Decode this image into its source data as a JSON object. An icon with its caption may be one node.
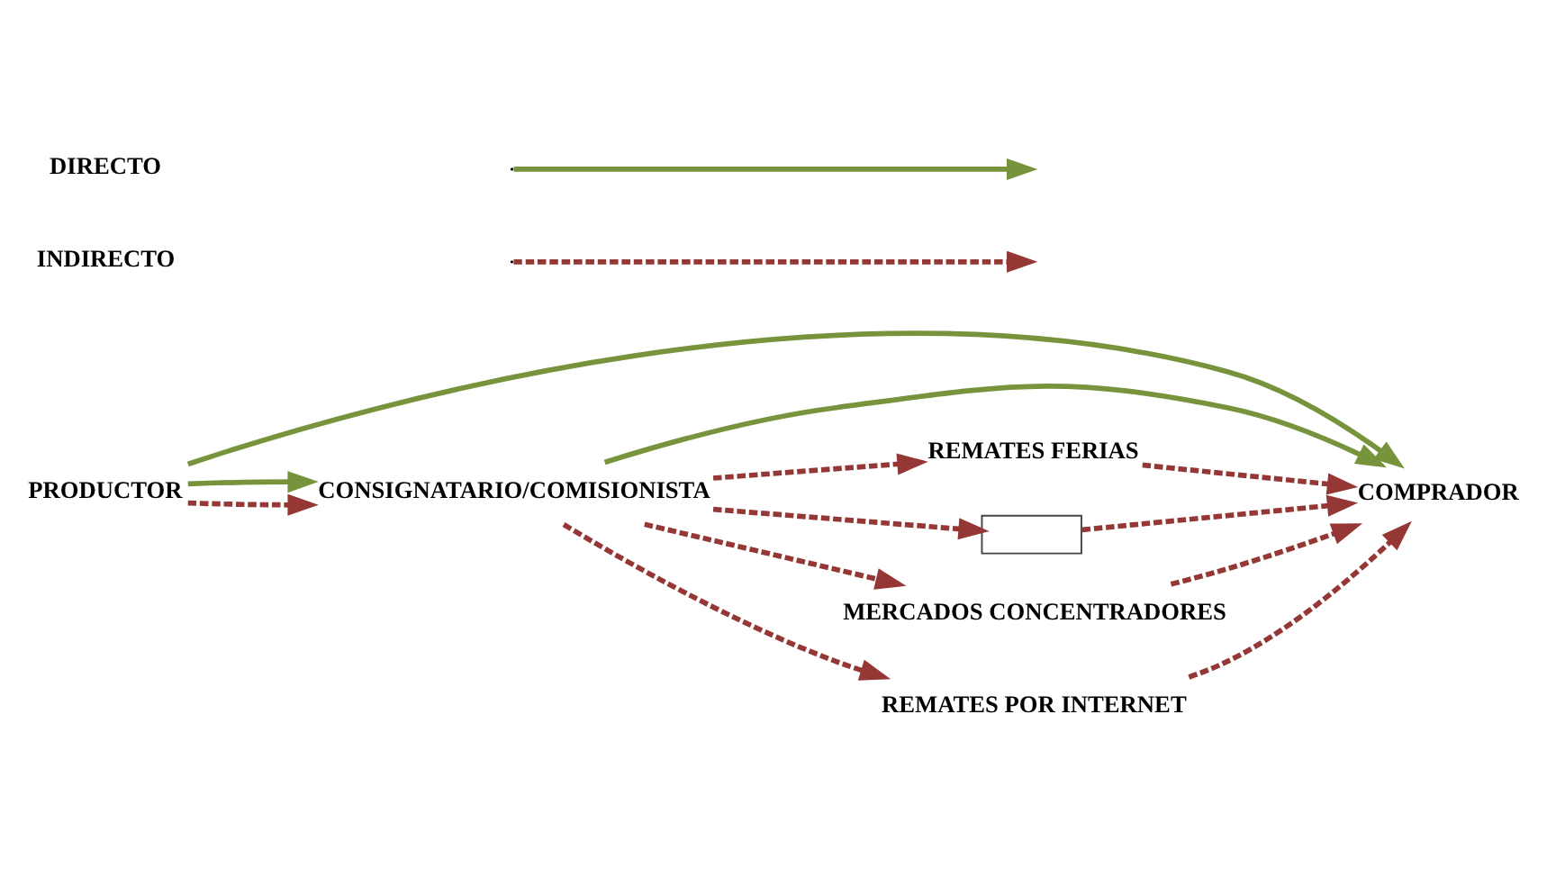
{
  "diagram": {
    "nodes": [
      {
        "text": [
          "PRODUCTOR"
        ]
      },
      {
        "text": [
          "COMPRADOR"
        ]
      },
      {
        "text": [
          "CONSIGNATARIO/COMISIONISTA"
        ]
      },
      {
        "text": [
          "REMATES FERIAS"
        ]
      },
      {
        "text": [],
        "shape": "box"
      },
      {
        "text": [
          "MERCADOS CONCENTRADORES"
        ]
      },
      {
        "text": [
          "REMATES POR INTERNET"
        ]
      }
    ],
    "edges": [
      {
        "from": 0,
        "to": 1,
        "arrow": "to",
        "color": "#77933c"
      },
      {
        "from": 0,
        "to": 2,
        "arrow": "to",
        "style": "dashed"
      },
      {
        "from": 0,
        "to": 2,
        "arrow": "to",
        "color": "#77933c"
      },
      {
        "from": 2,
        "to": 1,
        "arrow": "to",
        "color": "#77933c"
      },
      {
        "from": 2,
        "to": 3,
        "arrow": "to",
        "style": "dashed"
      },
      {
        "from": 2,
        "to": 4,
        "arrow": "to",
        "style": "dashed"
      },
      {
        "from": 2,
        "to": 5,
        "arrow": "to",
        "style": "dashed"
      },
      {
        "from": 2,
        "to": 6,
        "arrow": "to",
        "style": "dashed"
      },
      {
        "from": 3,
        "to": 1,
        "arrow": "to",
        "style": "dashed"
      },
      {
        "from": 4,
        "to": 1,
        "arrow": "to",
        "style": "dashed"
      },
      {
        "from": 5,
        "to": 1,
        "arrow": "to",
        "style": "dashed"
      },
      {
        "from": 6,
        "to": 1,
        "arrow": "to",
        "style": "dashed"
      }
    ],
    "legend": [
      {
        "text": "DIRECTO"
      },
      {
        "text": "INDIRECTO"
      }
    ]
  }
}
